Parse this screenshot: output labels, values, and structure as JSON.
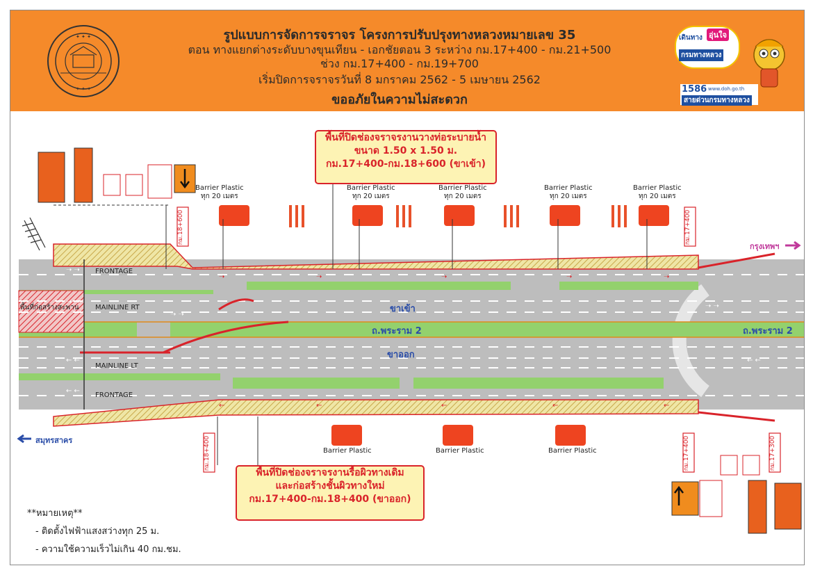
{
  "header": {
    "line1": "รูปแบบการจัดการจราจร  โครงการปรับปรุงทางหลวงหมายเลข 35",
    "line2": "ตอน ทางแยกต่างระดับบางขุนเทียน - เอกชัยตอน 3 ระหว่าง กม.17+400 - กม.21+500",
    "line3": "ช่วง กม.17+400 - กม.19+700",
    "line4": "เริ่มปิดการจราจรวันที่ 8 มกราคม 2562 - 5 เมษายน 2562",
    "line5": "ขออภัยในความไม่สะดวก",
    "logo_text_1": "เดินทาง",
    "logo_text_2": "อุ่นใจ",
    "logo_text_3": "กรมทางหลวง",
    "hotline_number": "1586",
    "hotline_url": "www.doh.go.th",
    "hotline_text": "สายด่วนกรมทางหลวง"
  },
  "callouts": {
    "top": [
      "พื้นที่ปิดช่องจราจรงานวางท่อระบายน้ำ",
      "ขนาด 1.50 x 1.50 ม.",
      "กม.17+400-กม.18+600 (ขาเข้า)"
    ],
    "bottom": [
      "พื้นที่ปิดช่องจราจรงานรื้อผิวทางเดิม",
      "และก่อสร้างชั้นผิวทางใหม่",
      "กม.17+400-กม.18+400 (ขาออก)"
    ]
  },
  "lane_labels": {
    "frontage_top": "FRONTAGE",
    "mainline_rt": "MAINLINE RT",
    "mainline_lt": "MAINLINE LT",
    "frontage_bottom": "FRONTAGE",
    "inbound": "ขาเข้า",
    "outbound": "ขาออก",
    "road_name": "ถ.พระราม 2",
    "road_name_right": "ถ.พระราม 2",
    "construction_area": "พื้นที่ก่อสร้างสะพาน"
  },
  "directions": {
    "to_bangkok": "กรุงเทพฯ",
    "to_samut_sakhon": "สมุทรสาคร"
  },
  "km_posts": {
    "top_left": "กม.18+600",
    "top_right": "กม.17+400",
    "bottom_left": "กม.18+400",
    "bottom_right_1": "กม.17+400",
    "bottom_right_2": "กม.17+300"
  },
  "barriers_top": [
    {
      "line1": "Barrier Plastic",
      "line2": "ทุก 20 เมตร"
    },
    {
      "line1": "Barrier Plastic",
      "line2": "ทุก 20 เมตร"
    },
    {
      "line1": "Barrier Plastic",
      "line2": "ทุก 20 เมตร"
    },
    {
      "line1": "Barrier Plastic",
      "line2": "ทุก 20 เมตร"
    },
    {
      "line1": "Barrier Plastic",
      "line2": "ทุก 20 เมตร"
    }
  ],
  "barriers_bottom": [
    "Barrier Plastic",
    "Barrier Plastic",
    "Barrier Plastic"
  ],
  "notes": {
    "title": "**หมายเหตุ**",
    "items": [
      "- ติดตั้งไฟฟ้าแสงสว่างทุก 25 ม.",
      "- ความใช้ความเร็วไม่เกิน 40 กม.ชม."
    ]
  },
  "colors": {
    "header_orange": "#f58a2a",
    "road_gray": "#b9b9b9",
    "median_green": "#93d16d",
    "hatch_yellow": "#e8d87a",
    "alert_red": "#d9232a",
    "label_blue": "#2a4da8",
    "direction_pink": "#c0399b"
  }
}
